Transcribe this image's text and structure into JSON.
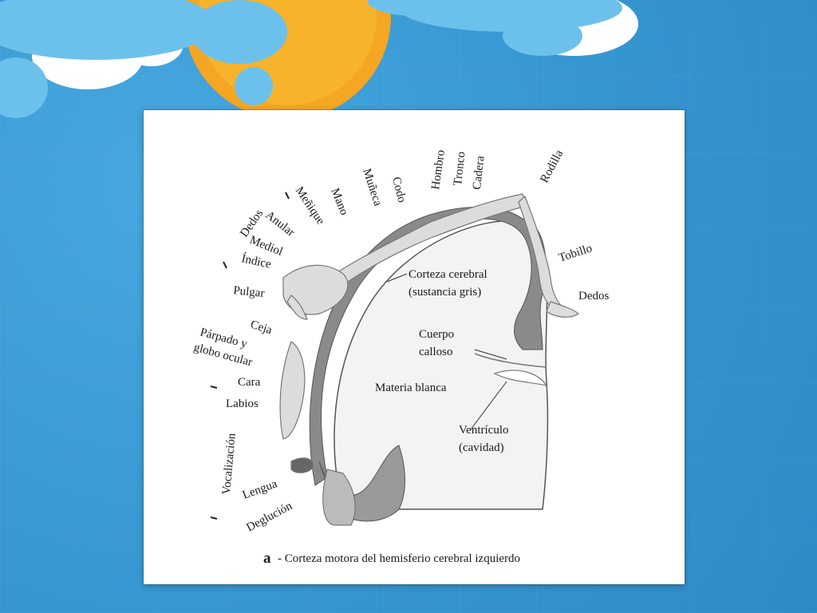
{
  "figure": {
    "caption_letter": "a",
    "caption_text": "- Corteza motora del hemisferio cerebral izquierdo",
    "body_labels": {
      "dedos_fingers": "Dedos",
      "menique": "Meñique",
      "anular": "Anular",
      "mediol": "Mediol",
      "indice": "Índice",
      "pulgar": "Pulgar",
      "mano": "Mano",
      "muneca": "Muñeca",
      "codo": "Codo",
      "hombro": "Hombro",
      "tronco": "Tronco",
      "cadera": "Cadera",
      "rodilla": "Rodilla",
      "tobillo": "Tobillo",
      "dedos_toes": "Dedos",
      "ceja": "Ceja",
      "parpado_1": "Párpado y",
      "parpado_2": "globo ocular",
      "cara": "Cara",
      "labios": "Labios",
      "vocalizacion": "Vocalización",
      "lengua": "Lengua",
      "deglucion": "Deglución"
    },
    "anatomy_labels": {
      "corteza_1": "Corteza cerebral",
      "corteza_2": "(sustancia gris)",
      "cuerpo_1": "Cuerpo",
      "cuerpo_2": "calloso",
      "materia": "Materia blanca",
      "ventriculo_1": "Ventrículo",
      "ventriculo_2": "(cavidad)"
    }
  }
}
